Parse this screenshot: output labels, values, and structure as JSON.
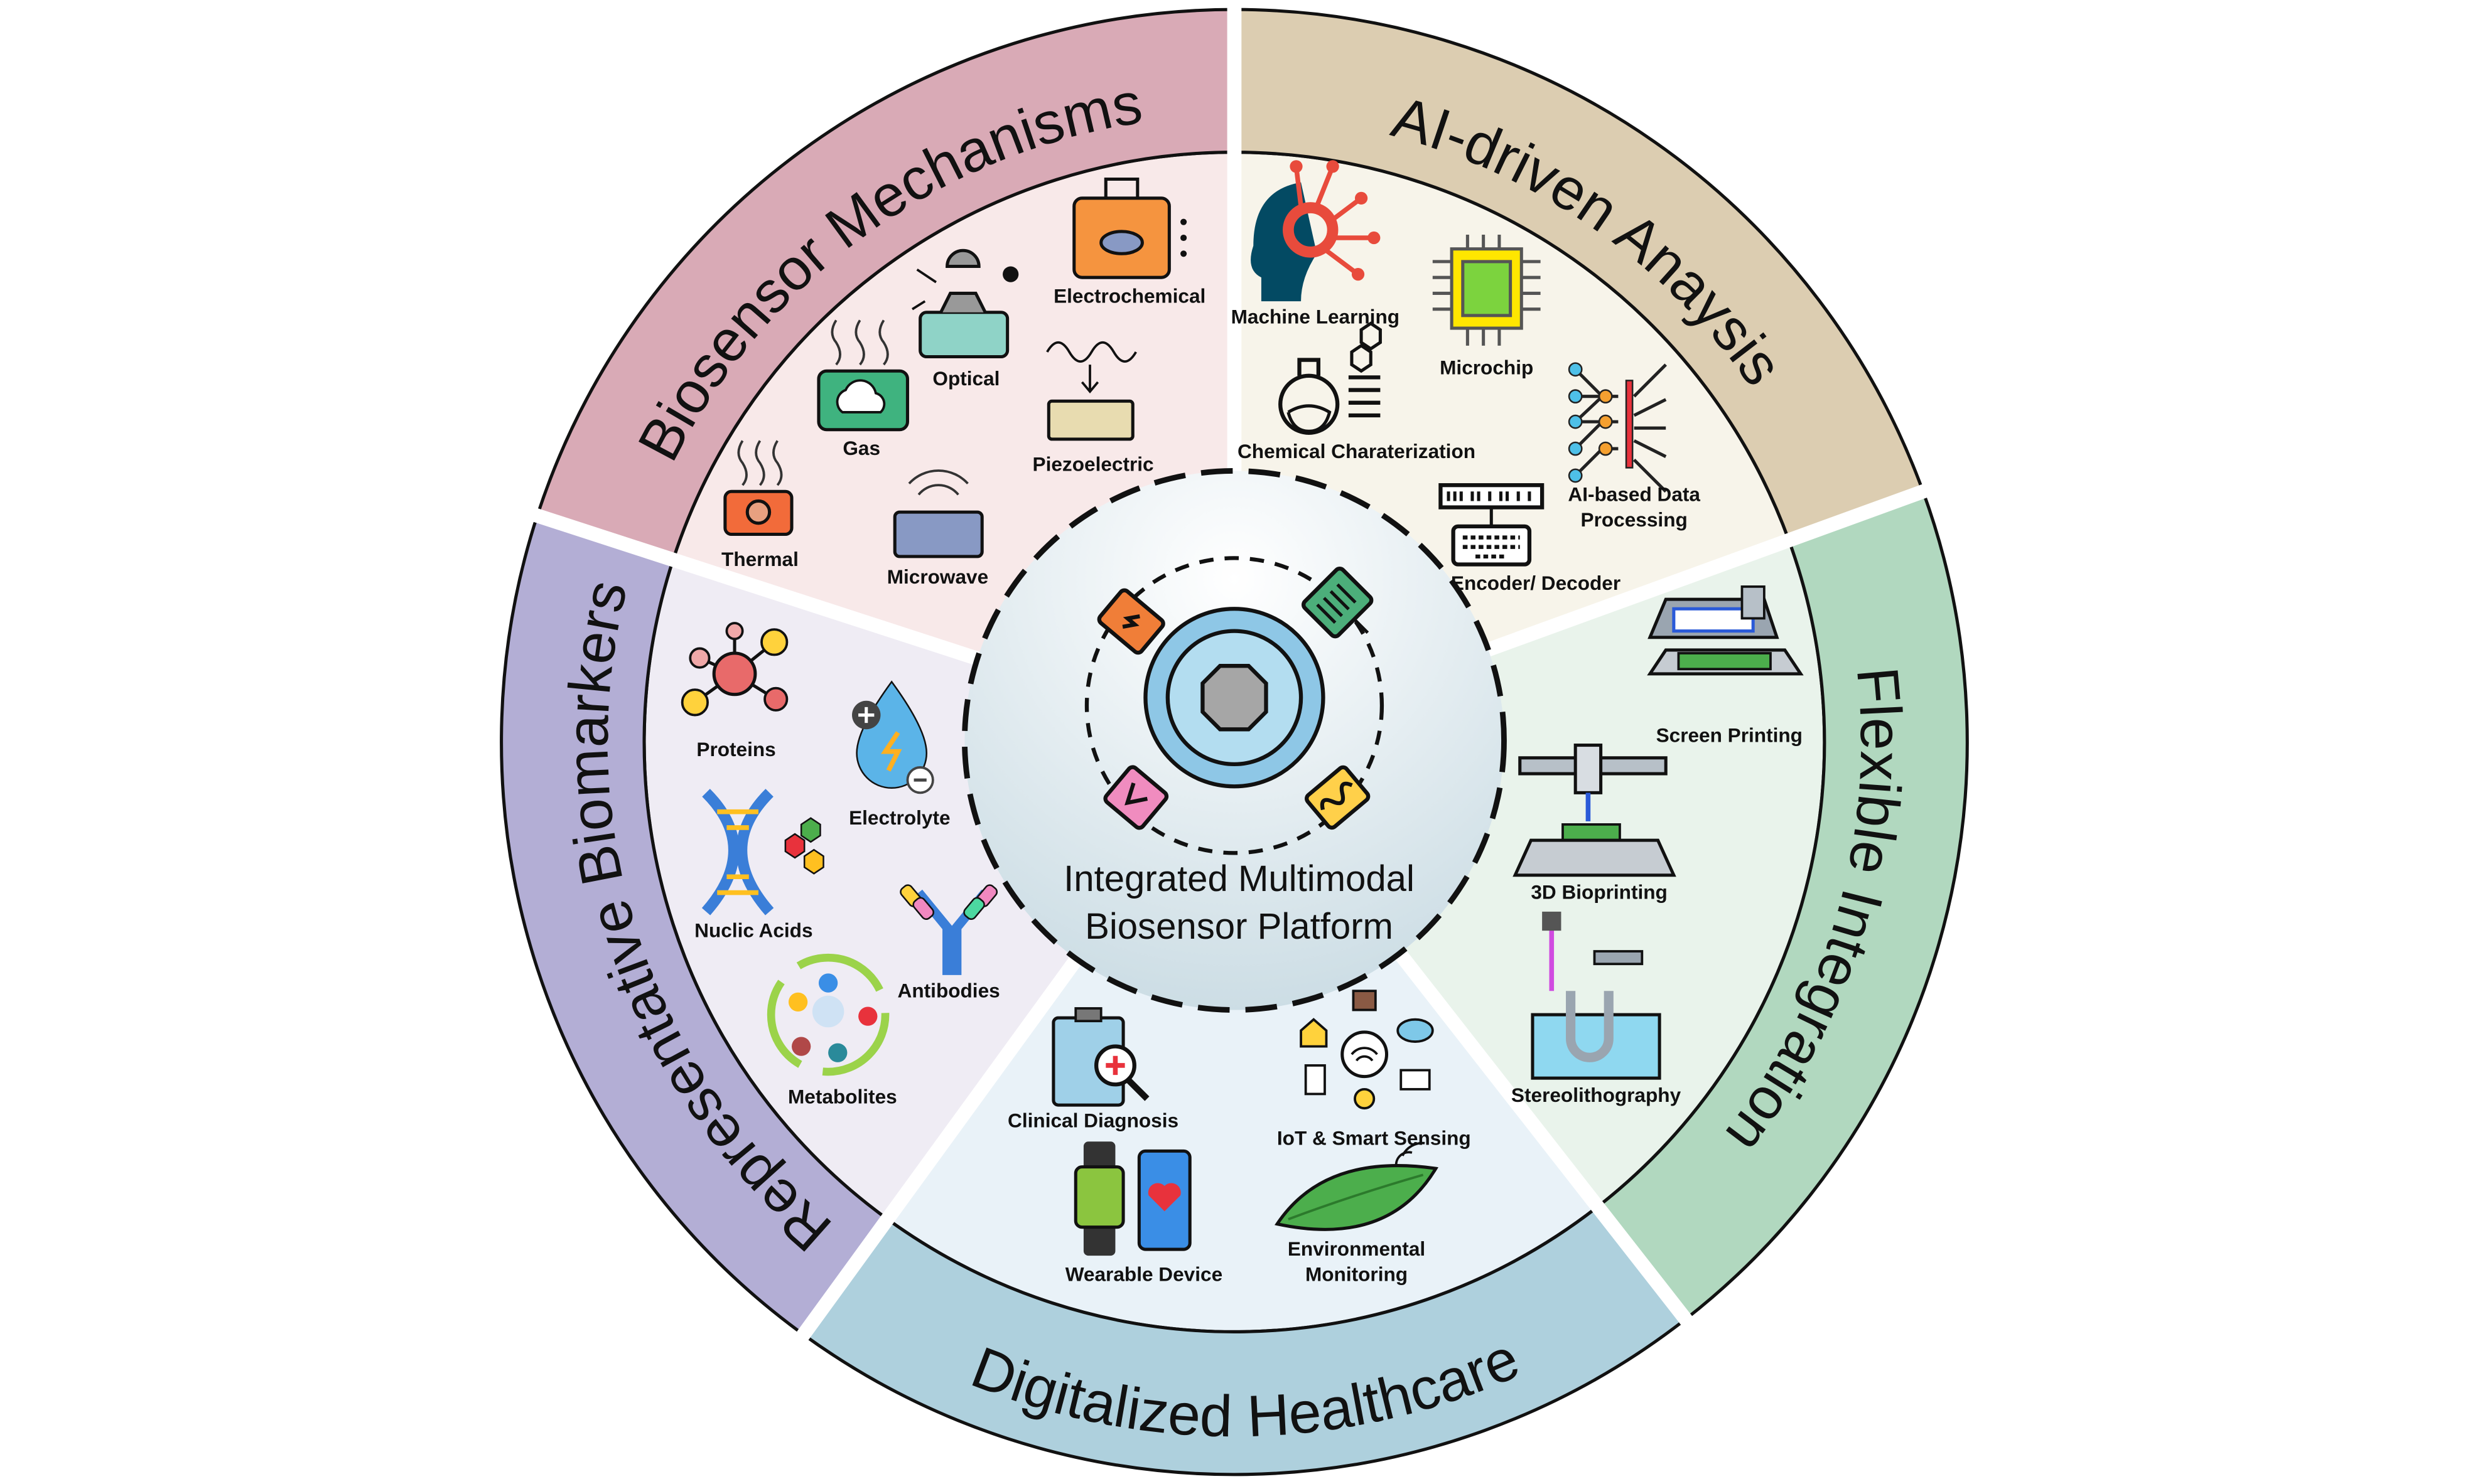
{
  "center": {
    "title_line1": "Integrated Multimodal",
    "title_line2": "Biosensor Platform"
  },
  "sectors": {
    "biosensor": {
      "title": "Biosensor Mechanisms",
      "band_color": "#d9aab6",
      "fill_color": "#f8e9e9",
      "items": [
        "Electrochemical",
        "Optical",
        "Gas",
        "Piezoelectric",
        "Thermal",
        "Microwave"
      ]
    },
    "ai": {
      "title": "AI-driven Anaysis",
      "band_color": "#dccdb1",
      "fill_color": "#f7f4ea",
      "items": [
        "Machine Learning",
        "Microchip",
        "Chemical Charaterization",
        "AI-based Data",
        "Processing",
        "Encoder/ Decoder"
      ]
    },
    "flexible": {
      "title": "Flexible Integration",
      "band_color": "#b1d8bf",
      "fill_color": "#e9f3eb",
      "items": [
        "Screen Printing",
        "3D Bioprinting",
        "Stereolithography"
      ]
    },
    "digital": {
      "title": "Digitalized Healthcare",
      "band_color": "#aed0dd",
      "fill_color": "#e9f2f8",
      "items": [
        "Clinical Diagnosis",
        "IoT & Smart Sensing",
        "Wearable Device",
        "Environmental",
        "Monitoring"
      ]
    },
    "biomarkers": {
      "title": "Representative Biomarkers",
      "band_color": "#b3aed5",
      "fill_color": "#efecf4",
      "items": [
        "Proteins",
        "Electrolyte",
        "Nuclic Acids",
        "Antibodies",
        "Metabolites"
      ]
    }
  }
}
